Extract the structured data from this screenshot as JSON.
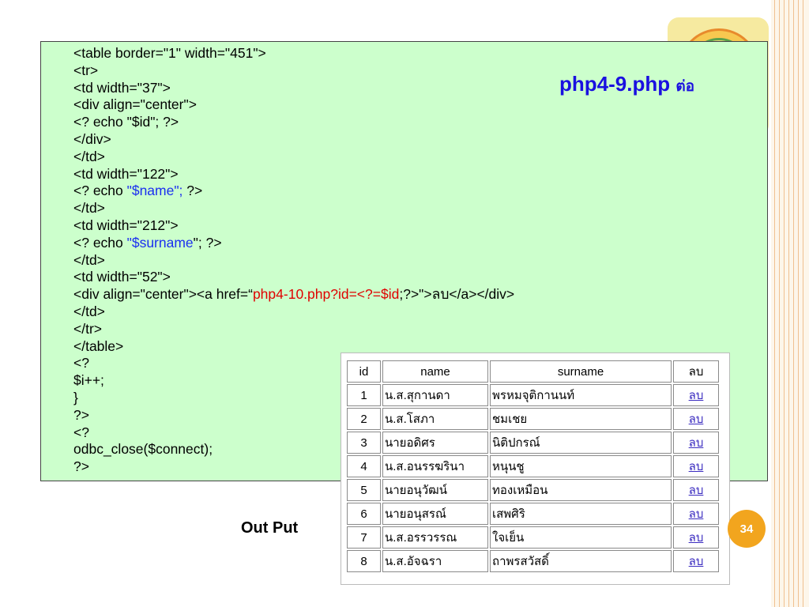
{
  "slide": {
    "file_title": "php4-9.php",
    "file_title_suffix": "ต่อ",
    "output_label": "Out Put",
    "page_number": "34"
  },
  "colors": {
    "panel_bg": "#ccffcc",
    "highlight_blue": "#1a2ef0",
    "highlight_red": "#e00000",
    "title_blue": "#1a10e0",
    "page_badge": "#f2a51e"
  },
  "code": {
    "l1": "<table border=\"1\" width=\"451\">",
    "l2": "<tr>",
    "l3": "<td width=\"37\">",
    "l4": "<div align=\"center\">",
    "l5": "<? echo \"$id\"; ?>",
    "l6": "</div>",
    "l7": "</td>",
    "l8": "<td width=\"122\">",
    "l9a": "<? echo ",
    "l9b": "\"$name\";",
    "l9c": " ?>",
    "l10": "</td>",
    "l11": "<td width=\"212\">",
    "l12a": "<? echo ",
    "l12b": "\"$surname",
    "l12c": "\"; ?>",
    "l13": "</td>",
    "l14": "<td width=\"52\">",
    "l15a": "<div align=\"center\"><a href=“",
    "l15b": "php4-10.php?id=<?=$id",
    "l15c": ";?>\">ลบ</a></div>",
    "l16": "</td>",
    "l17": "</tr>",
    "l18": "</table>",
    "l19": "<?",
    "l20": "$i++;",
    "l21": "}",
    "l22": "?>",
    "l23": "<?",
    "l24": "odbc_close($connect);",
    "l25": "?>"
  },
  "output_table": {
    "headers": {
      "id": "id",
      "name": "name",
      "surname": "surname",
      "del": "ลบ"
    },
    "rows": [
      {
        "id": "1",
        "name": "น.ส.สุกานดา",
        "surname": "พรหมจุติกานนท์",
        "del": "ลบ"
      },
      {
        "id": "2",
        "name": "น.ส.โสภา",
        "surname": "ชมเชย",
        "del": "ลบ"
      },
      {
        "id": "3",
        "name": "นายอดิศร",
        "surname": "นิติปกรณ์",
        "del": "ลบ"
      },
      {
        "id": "4",
        "name": "น.ส.อนรรฆรินา",
        "surname": "หนุนชู",
        "del": "ลบ"
      },
      {
        "id": "5",
        "name": "นายอนุวัฒน์",
        "surname": "ทองเหมือน",
        "del": "ลบ"
      },
      {
        "id": "6",
        "name": "นายอนุสรณ์",
        "surname": "เสพศิริ",
        "del": "ลบ"
      },
      {
        "id": "7",
        "name": "น.ส.อรรวรรณ",
        "surname": "ใจเย็น",
        "del": "ลบ"
      },
      {
        "id": "8",
        "name": "น.ส.อัจฉรา",
        "surname": "ถาพรสวัสดิ์",
        "del": "ลบ"
      }
    ]
  }
}
